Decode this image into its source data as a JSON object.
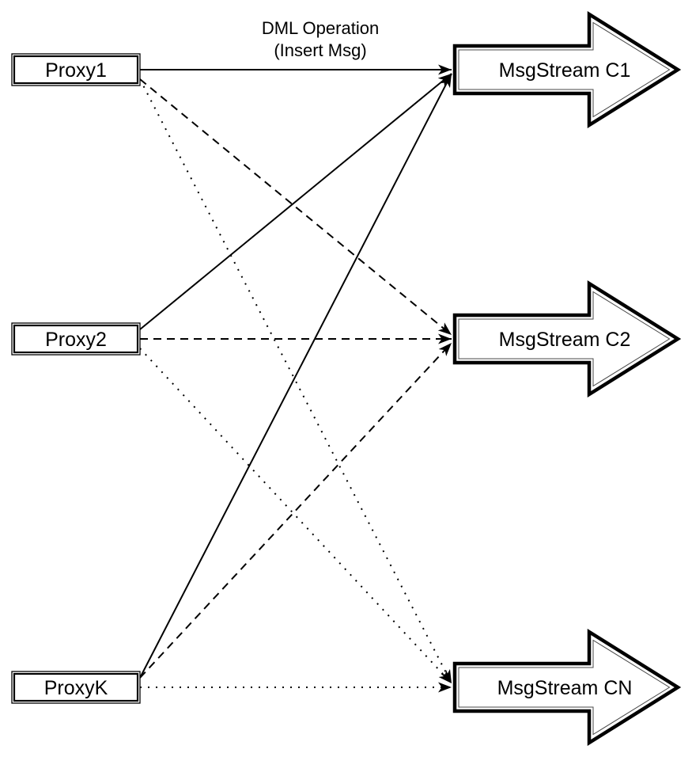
{
  "diagram": {
    "title": {
      "line1": "DML Operation",
      "line2": "(Insert Msg)"
    },
    "proxies": [
      {
        "id": "proxy1",
        "label": "Proxy1"
      },
      {
        "id": "proxy2",
        "label": "Proxy2"
      },
      {
        "id": "proxyk",
        "label": "ProxyK"
      }
    ],
    "streams": [
      {
        "id": "c1",
        "label": "MsgStream C1"
      },
      {
        "id": "c2",
        "label": "MsgStream C2"
      },
      {
        "id": "cn",
        "label": "MsgStream CN"
      }
    ],
    "edges": [
      {
        "from": "proxy1",
        "to": "c1",
        "style": "solid"
      },
      {
        "from": "proxy1",
        "to": "c2",
        "style": "dashed"
      },
      {
        "from": "proxy1",
        "to": "cn",
        "style": "dotted"
      },
      {
        "from": "proxy2",
        "to": "c1",
        "style": "solid"
      },
      {
        "from": "proxy2",
        "to": "c2",
        "style": "dashed"
      },
      {
        "from": "proxy2",
        "to": "cn",
        "style": "dotted"
      },
      {
        "from": "proxyk",
        "to": "c1",
        "style": "solid"
      },
      {
        "from": "proxyk",
        "to": "c2",
        "style": "dashed"
      },
      {
        "from": "proxyk",
        "to": "cn",
        "style": "dotted"
      }
    ],
    "colors": {
      "stroke": "#000000",
      "fill": "#ffffff"
    }
  }
}
